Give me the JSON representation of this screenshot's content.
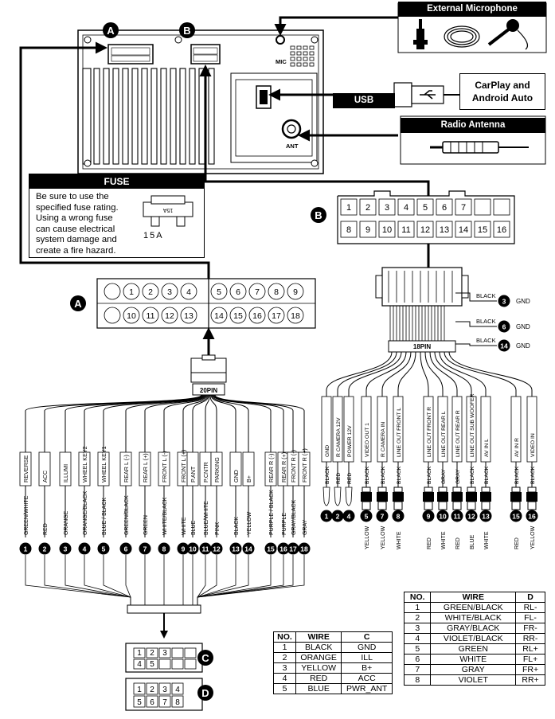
{
  "labels": {
    "ext_mic": "External Microphone",
    "usb": "USB",
    "carplay": "CarPlay and\nAndroid Auto",
    "radio_ant": "Radio Antenna",
    "mic": "MIC",
    "ant": "ANT",
    "fuse_title": "FUSE",
    "fuse_text": "Be sure to use the\nspecified fuse rating.\nUsing a wrong fuse\ncan cause electrical\nsystem damage and\ncreate a fire hazard.",
    "fuse_rating": "15A",
    "fuse_mark": "15A",
    "pin20": "20PIN",
    "pin18": "18PIN",
    "letter_a": "A",
    "letter_b": "B",
    "letter_c": "C",
    "letter_d": "D"
  },
  "conn_b": {
    "row1": [
      "1",
      "2",
      "3",
      "4",
      "5",
      "6",
      "7",
      "",
      ""
    ],
    "row2": [
      "8",
      "9",
      "10",
      "11",
      "12",
      "13",
      "14",
      "15",
      "16"
    ]
  },
  "conn_a": {
    "row1": [
      "",
      "1",
      "2",
      "3",
      "4",
      "5",
      "6",
      "7",
      "8",
      "9"
    ],
    "row2": [
      "",
      "10",
      "11",
      "12",
      "13",
      "14",
      "15",
      "16",
      "17",
      "18"
    ]
  },
  "gnd_taps": [
    {
      "color": "BLACK",
      "num": "3",
      "label": "GND"
    },
    {
      "color": "BLACK",
      "num": "6",
      "label": "GND"
    },
    {
      "color": "BLACK",
      "num": "14",
      "label": "GND"
    }
  ],
  "harness_a": [
    {
      "num": "1",
      "func": "REVERSE",
      "color": "GREEN/WHITE"
    },
    {
      "num": "2",
      "func": "ACC",
      "color": "RED"
    },
    {
      "num": "3",
      "func": "ILLUMI",
      "color": "ORANGE"
    },
    {
      "num": "4",
      "func": "WHEEL KEY2",
      "color": "ORANGE/BLACK"
    },
    {
      "num": "5",
      "func": "WHEEL KEY1",
      "color": "BLUE / BLACK"
    },
    {
      "num": "6",
      "func": "REAR L (-)",
      "color": "GREEN/BLACK"
    },
    {
      "num": "7",
      "func": "REAR L (+)",
      "color": "GREEN"
    },
    {
      "num": "8",
      "func": "FRONT L (-)",
      "color": "WHITE/BLACK"
    },
    {
      "num": "9",
      "func": "FRONT L (+)",
      "color": "WHITE"
    },
    {
      "num": "10",
      "func": "P.ANT",
      "color": "BLUE"
    },
    {
      "num": "11",
      "func": "P.CNTR",
      "color": "BLUE/WHITE"
    },
    {
      "num": "12",
      "func": "PARKING",
      "color": "PINK"
    },
    {
      "num": "13",
      "func": "GND",
      "color": "BLACK"
    },
    {
      "num": "14",
      "func": "B+",
      "color": "YELLOW"
    },
    {
      "num": "15",
      "func": "REAR R (-)",
      "color": "PURPLE / BLACK"
    },
    {
      "num": "16",
      "func": "REAR R (+)",
      "color": "PURPLE"
    },
    {
      "num": "17",
      "func": "FRONT R (-)",
      "color": "GRAY/BLACK"
    },
    {
      "num": "18",
      "func": "FRONT R (+)",
      "color": "GRAY"
    }
  ],
  "harness_b": [
    {
      "num": "1",
      "func": "GND",
      "color": "BLACK",
      "plug": "wire"
    },
    {
      "num": "2",
      "func": "R CAMERA 12V",
      "color": "RED",
      "plug": "wire"
    },
    {
      "num": "4",
      "func": "POWER 12V",
      "color": "RED",
      "plug": "wire"
    },
    {
      "num": "5",
      "func": "VIDEO OUT 1",
      "color": "BLACK",
      "plug": "rca",
      "jack": "YELLOW"
    },
    {
      "num": "7",
      "func": "R CAMERA IN",
      "color": "BLACK",
      "plug": "rca",
      "jack": "YELLOW"
    },
    {
      "num": "8",
      "func": "LINE OUT FRONT L",
      "color": "BLACK",
      "plug": "rca",
      "jack": "WHITE"
    },
    {
      "num": "9",
      "func": "LINE OUT FRONT R",
      "color": "BLACK",
      "plug": "rca",
      "jack": "RED"
    },
    {
      "num": "10",
      "func": "LINE OUT REAR L",
      "color": "GRAY",
      "plug": "rca",
      "jack": "WHITE"
    },
    {
      "num": "11",
      "func": "LINE OUT REAR R",
      "color": "GRAY",
      "plug": "rca",
      "jack": "RED"
    },
    {
      "num": "12",
      "func": "LINE OUT SUB WOOFER",
      "color": "BLACK",
      "plug": "rca",
      "jack": "BLUE"
    },
    {
      "num": "13",
      "func": "AV IN L",
      "color": "BLACK",
      "plug": "rca",
      "jack": "WHITE"
    },
    {
      "num": "15",
      "func": "AV IN R",
      "color": "BLACK",
      "plug": "rca",
      "jack": "RED"
    },
    {
      "num": "16",
      "func": "VIDEO IN",
      "color": "BLACK",
      "plug": "rca",
      "jack": "YELLOW"
    }
  ],
  "conn_c": {
    "row1": [
      "1",
      "2",
      "3",
      "",
      ""
    ],
    "row2": [
      "4",
      "5",
      "",
      "",
      ""
    ]
  },
  "conn_d": {
    "row1": [
      "1",
      "2",
      "3",
      "4"
    ],
    "row2": [
      "5",
      "6",
      "7",
      "8"
    ]
  },
  "table_c": {
    "headers": [
      "NO.",
      "WIRE",
      "C"
    ],
    "rows": [
      [
        "1",
        "BLACK",
        "GND"
      ],
      [
        "2",
        "ORANGE",
        "ILL"
      ],
      [
        "3",
        "YELLOW",
        "B+"
      ],
      [
        "4",
        "RED",
        "ACC"
      ],
      [
        "5",
        "BLUE",
        "PWR_ANT"
      ]
    ]
  },
  "table_d": {
    "headers": [
      "NO.",
      "WIRE",
      "D"
    ],
    "rows": [
      [
        "1",
        "GREEN/BLACK",
        "RL-"
      ],
      [
        "2",
        "WHITE/BLACK",
        "FL-"
      ],
      [
        "3",
        "GRAY/BLACK",
        "FR-"
      ],
      [
        "4",
        "VIOLET/BLACK",
        "RR-"
      ],
      [
        "5",
        "GREEN",
        "RL+"
      ],
      [
        "6",
        "WHITE",
        "FL+"
      ],
      [
        "7",
        "GRAY",
        "FR+"
      ],
      [
        "8",
        "VIOLET",
        "RR+"
      ]
    ]
  }
}
